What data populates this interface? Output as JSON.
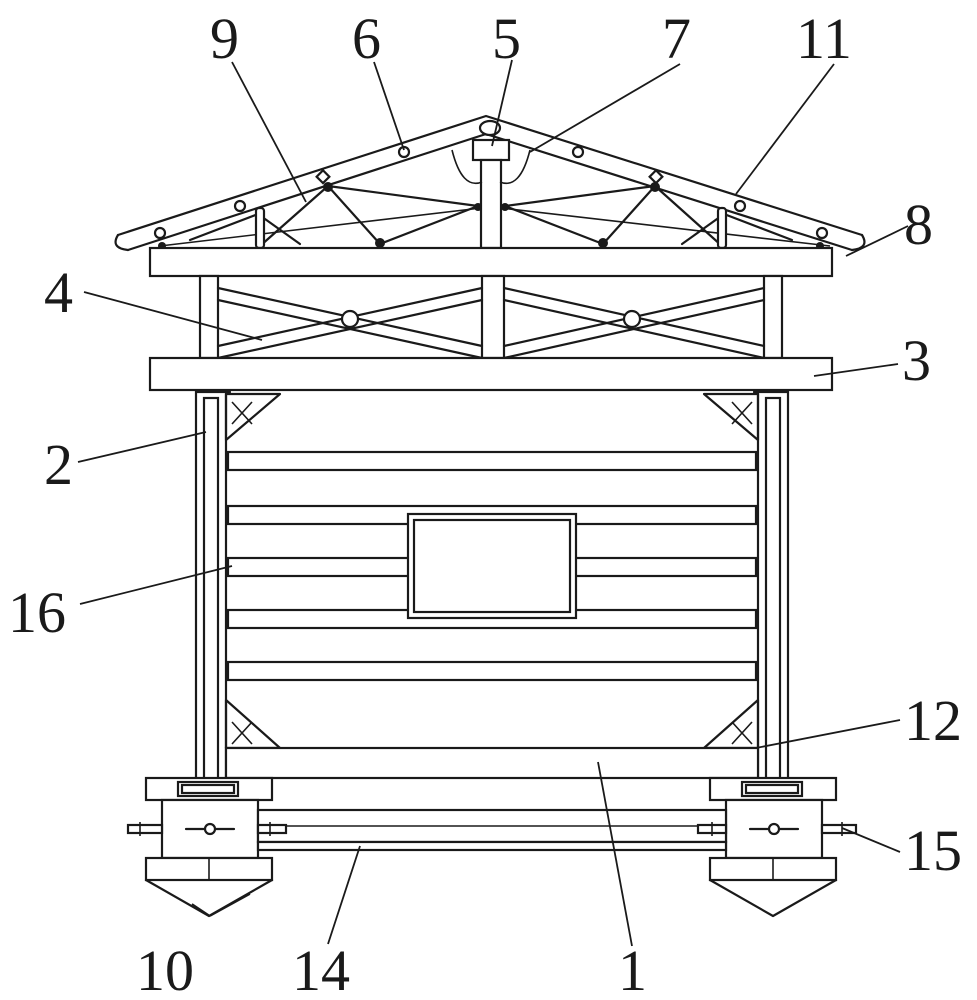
{
  "labels": {
    "l1": "1",
    "l2": "2",
    "l3": "3",
    "l4": "4",
    "l5": "5",
    "l6": "6",
    "l7": "7",
    "l8": "8",
    "l9": "9",
    "l10": "10",
    "l11": "11",
    "l12": "12",
    "l14": "14",
    "l15": "15",
    "l16": "16"
  }
}
